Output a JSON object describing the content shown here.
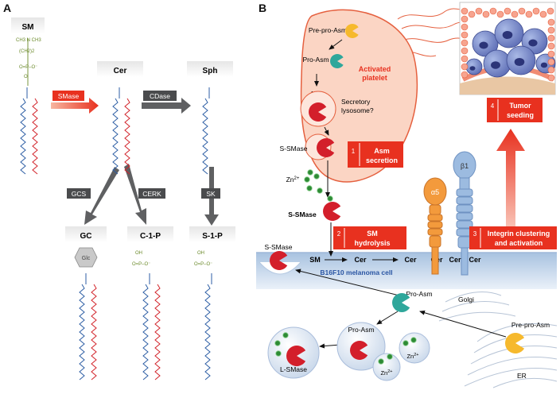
{
  "panel_a": {
    "letter": "A",
    "compounds": {
      "sm": "SM",
      "cer": "Cer",
      "sph": "Sph",
      "gc": "GC",
      "c1p": "C-1-P",
      "s1p": "S-1-P"
    },
    "enzymes": {
      "smase": "SMase",
      "cdase": "CDase",
      "gcs": "GCS",
      "cerk": "CERK",
      "sk": "SK"
    },
    "glc": "Glc"
  },
  "panel_b": {
    "letter": "B",
    "pre_pro_asm_top": "Pre-pro-Asm",
    "pro_asm_top": "Pro-Asm",
    "activated_platelet": [
      "Activated",
      "platelet"
    ],
    "asm": "Asm",
    "secretory_lysosome": [
      "Secretory",
      "lysosome?"
    ],
    "s_smase_1": "S-SMase",
    "zn_1": "Zn",
    "zn_sup": "2+",
    "s_smase_2": "S-SMase",
    "s_smase_3": "S-SMase",
    "sm": "SM",
    "cer_1": "Cer",
    "cer_2": "Cer",
    "cer_3": "Cer",
    "cer_4": "Cer",
    "cer_5": "Cer",
    "membrane_label": "B16F10 melanoma cell",
    "alpha5": "α5",
    "beta1": "β1",
    "golgi": "Golgi",
    "er": "ER",
    "pro_asm_mid": "Pro-Asm",
    "pre_pro_asm_bottom": "Pre-pro-Asm",
    "pro_asm_bottom": "Pro-Asm",
    "l_smase": "L-SMase",
    "zn_2": "Zn",
    "zn_3": "Zn",
    "steps": [
      {
        "num": "1",
        "lines": [
          "Asm",
          "secretion"
        ]
      },
      {
        "num": "2",
        "lines": [
          "SM",
          "hydrolysis"
        ]
      },
      {
        "num": "3",
        "lines": [
          "Integrin clustering",
          "and activation"
        ]
      },
      {
        "num": "4",
        "lines": [
          "Tumor",
          "seeding"
        ]
      }
    ]
  },
  "colors": {
    "gray_arrow": "#5f6062",
    "red_label": "#e8311f",
    "platelet_fill": "#fbd5c4",
    "platelet_stroke": "#e5603f",
    "membrane": "#c3d5ea",
    "chain_blue": "#2d5ea4",
    "chain_red": "#d2232a",
    "head_green": "#6b8a2a",
    "pacman_red": "#d31f2b",
    "pacman_teal": "#2fa79b",
    "pacman_yellow": "#f6b92d",
    "integrin_orange": "#f39a3c",
    "integrin_blue": "#9cbbe0"
  }
}
